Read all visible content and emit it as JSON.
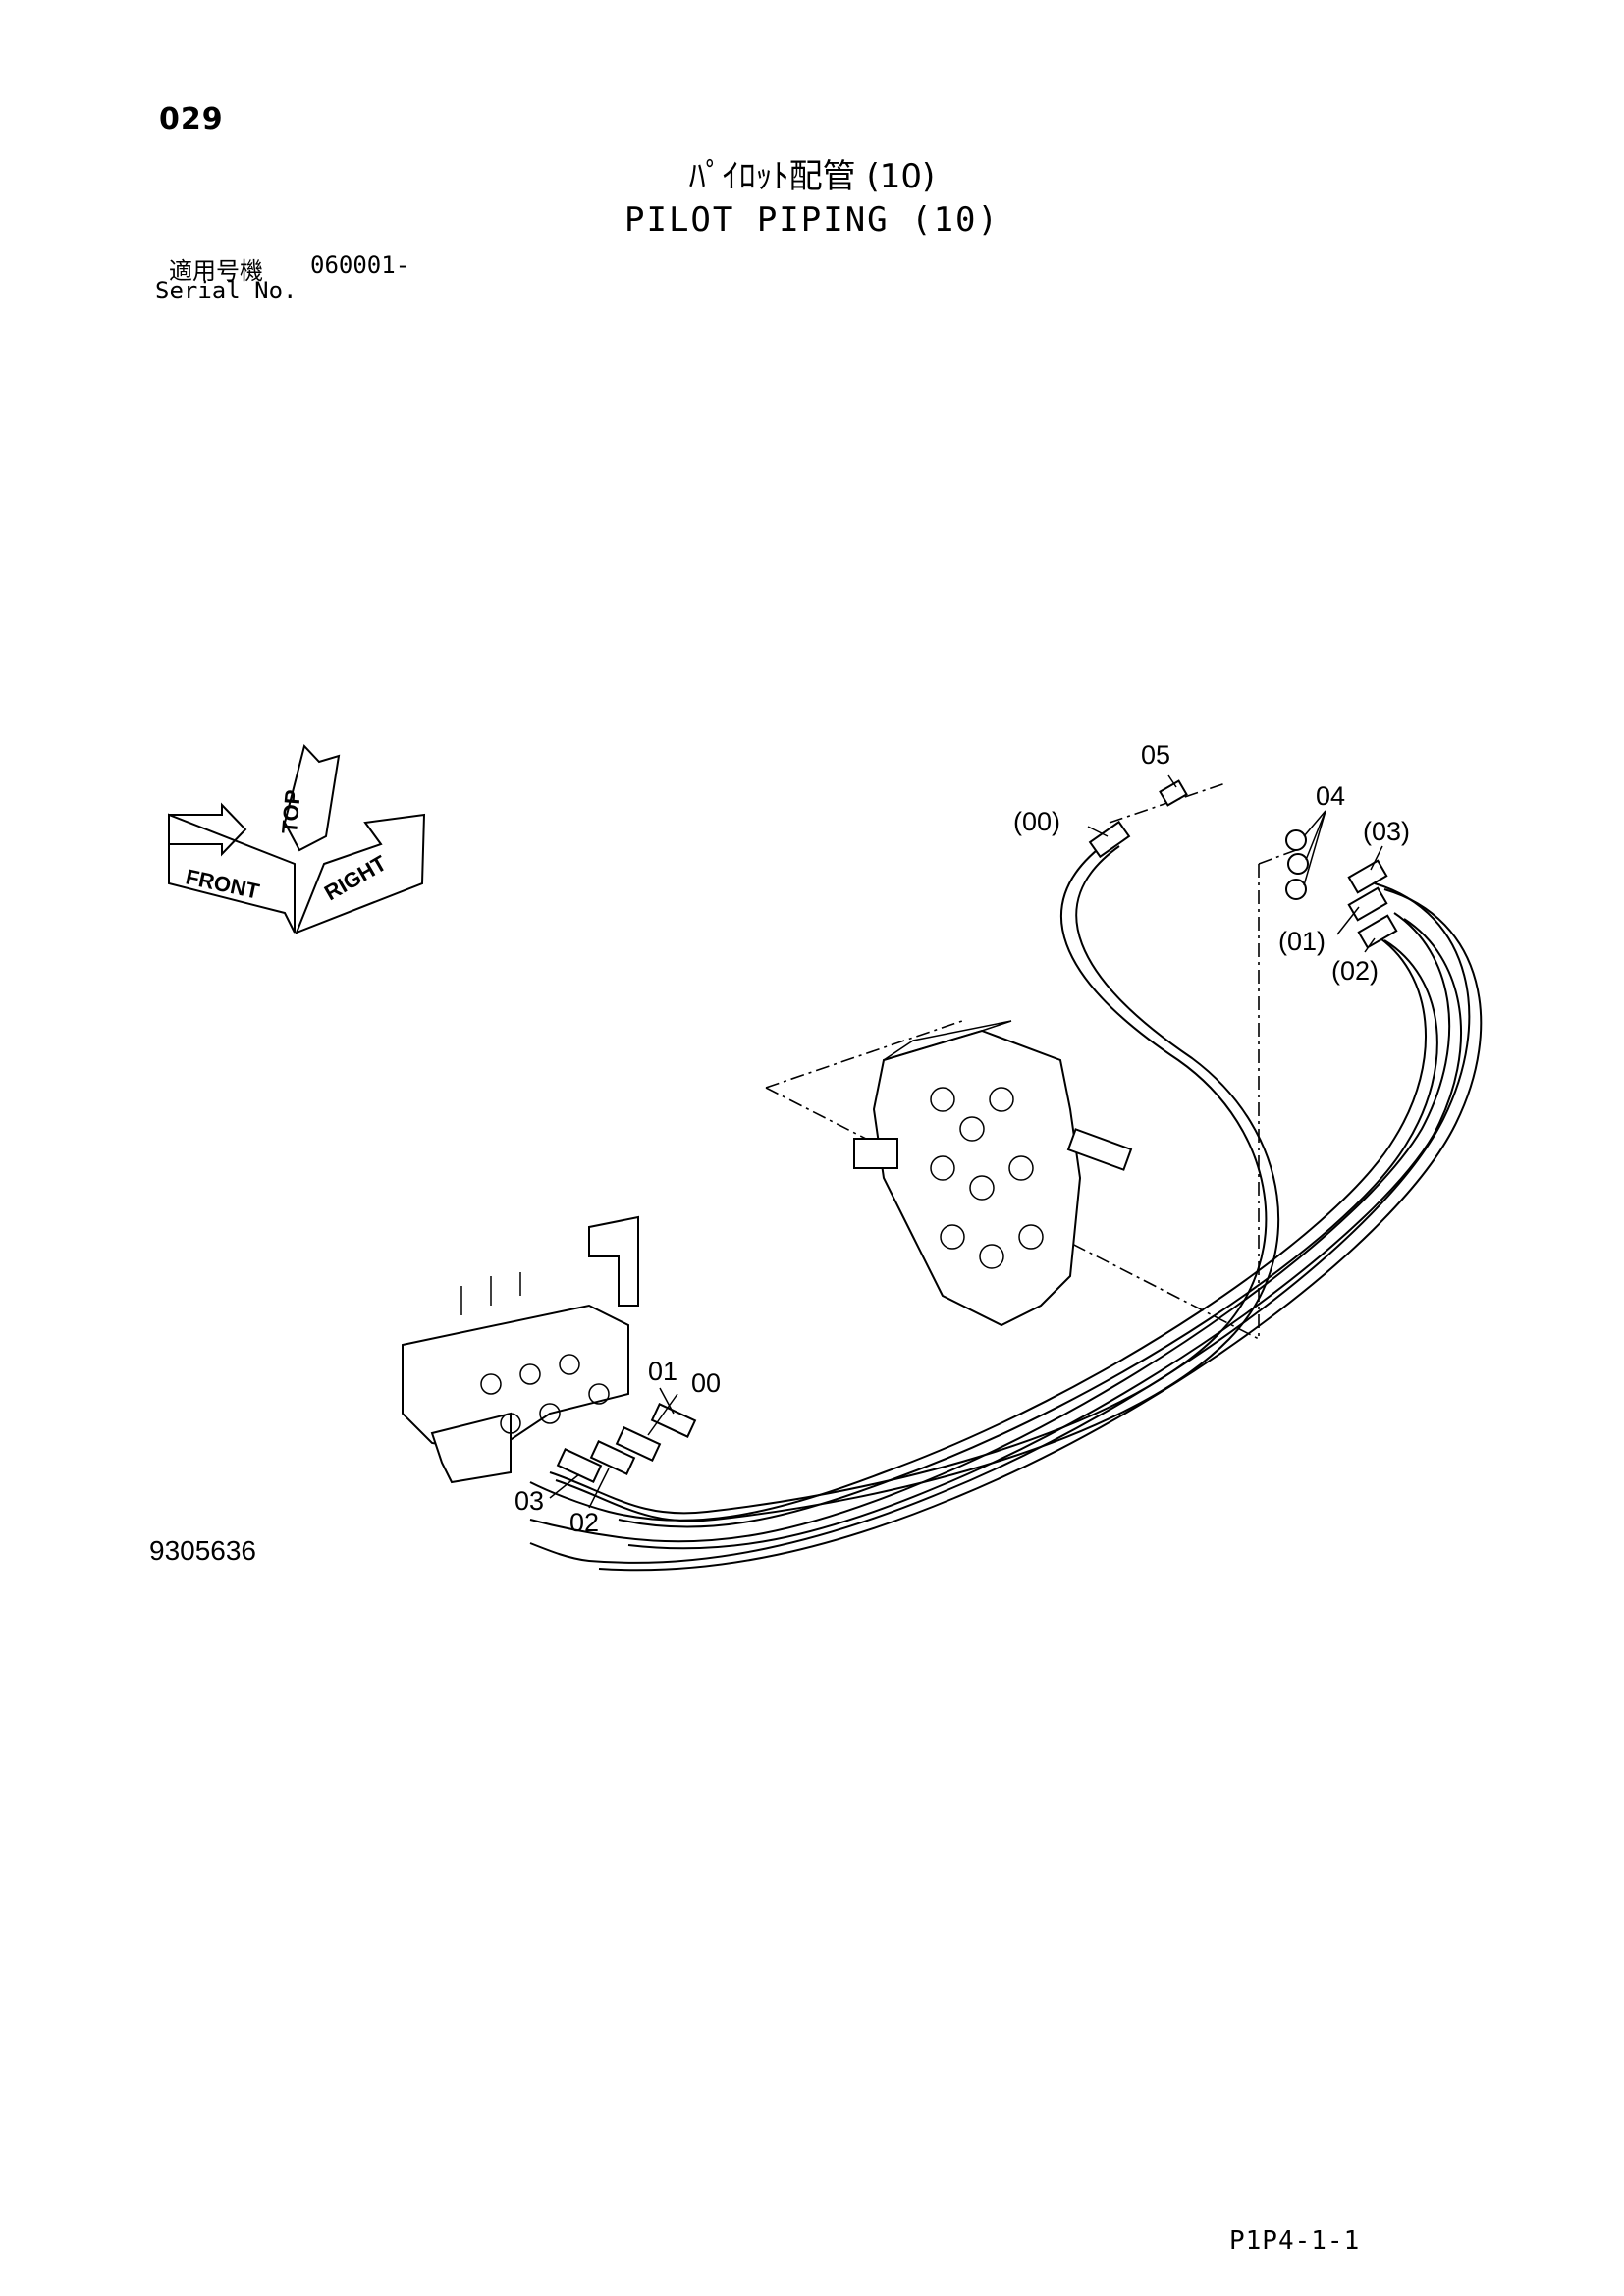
{
  "header": {
    "page_number": "029",
    "title_jp": "ﾊﾟｲﾛｯﾄ配管 (10)",
    "title_en": "PILOT PIPING (10)",
    "serial_label_jp": "適用号機",
    "serial_value": "060001-",
    "serial_label_en": "Serial No."
  },
  "orientation": {
    "top": "TOP",
    "front": "FRONT",
    "right": "RIGHT"
  },
  "callouts": {
    "c05": "05",
    "c00_paren": "(00)",
    "c04": "04",
    "c03_paren": "(03)",
    "c01_paren": "(01)",
    "c02_paren": "(02)",
    "c01": "01",
    "c00": "00",
    "c03": "03",
    "c02": "02"
  },
  "footer": {
    "figure_number": "9305636",
    "page_code": "P1P4-1-1"
  }
}
